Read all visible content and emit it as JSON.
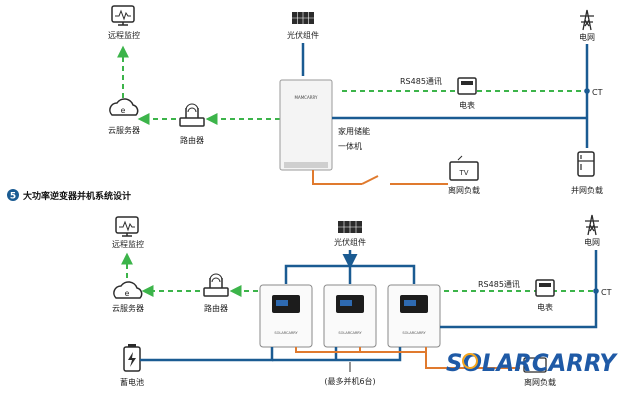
{
  "colors": {
    "green": "#3cb44a",
    "blue": "#1a5b92",
    "orange": "#e07a2e",
    "dark": "#2b2b2b",
    "brand": "#1f5aa6",
    "sun": "#f4a51c"
  },
  "top": {
    "pv": "光伏组件",
    "grid": "电网",
    "remote": "远程监控",
    "cloud": "云服务器",
    "router": "路由器",
    "rs485": "RS485通讯",
    "meter": "电表",
    "ct": "CT",
    "inverter_name_1": "家用储能",
    "inverter_name_2": "一体机",
    "inverter_badge": "MAMCARRY",
    "offgrid_load": "离网负载",
    "ongrid_load": "并网负载"
  },
  "section": {
    "number": "5",
    "title": "大功率逆变器并机系统设计"
  },
  "bottom": {
    "pv": "光伏组件",
    "grid": "电网",
    "remote": "远程监控",
    "cloud": "云服务器",
    "router": "路由器",
    "rs485": "RS485通讯",
    "meter": "电表",
    "ct": "CT",
    "battery": "蓄电池",
    "parallel_note": "(最多并机6台)",
    "offgrid_load": "离网负载",
    "unit_label": "SOLARCARRY"
  },
  "brand": {
    "logo_text": "SOLARCARRY"
  }
}
